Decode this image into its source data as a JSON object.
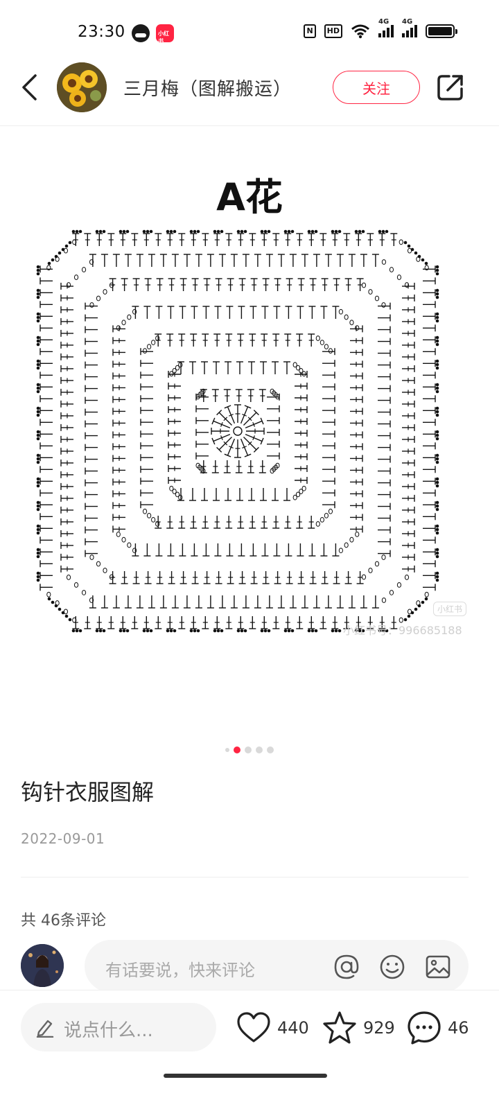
{
  "status_bar": {
    "time": "23:30",
    "app_badge_text": "小红书",
    "nfc_label": "N",
    "hd_label": "HD",
    "signal_1_label": "4G",
    "signal_2_label": "4G"
  },
  "header": {
    "author_name": "三月梅（图解搬运）",
    "follow_label": "关注"
  },
  "image": {
    "title": "A花",
    "watermark_badge": "小红书",
    "watermark_text": "小红书号：996685188"
  },
  "pager": {
    "count": 5,
    "active_index": 1
  },
  "post": {
    "title": "钩针衣服图解",
    "date": "2022-09-01"
  },
  "comments": {
    "count_label": "共 46条评论",
    "input_placeholder": "有话要说，快来评论"
  },
  "bottom_bar": {
    "say_placeholder": "说点什么...",
    "likes": "440",
    "collects": "929",
    "comments": "46"
  },
  "colors": {
    "accent": "#ff2442",
    "muted": "#999999"
  }
}
